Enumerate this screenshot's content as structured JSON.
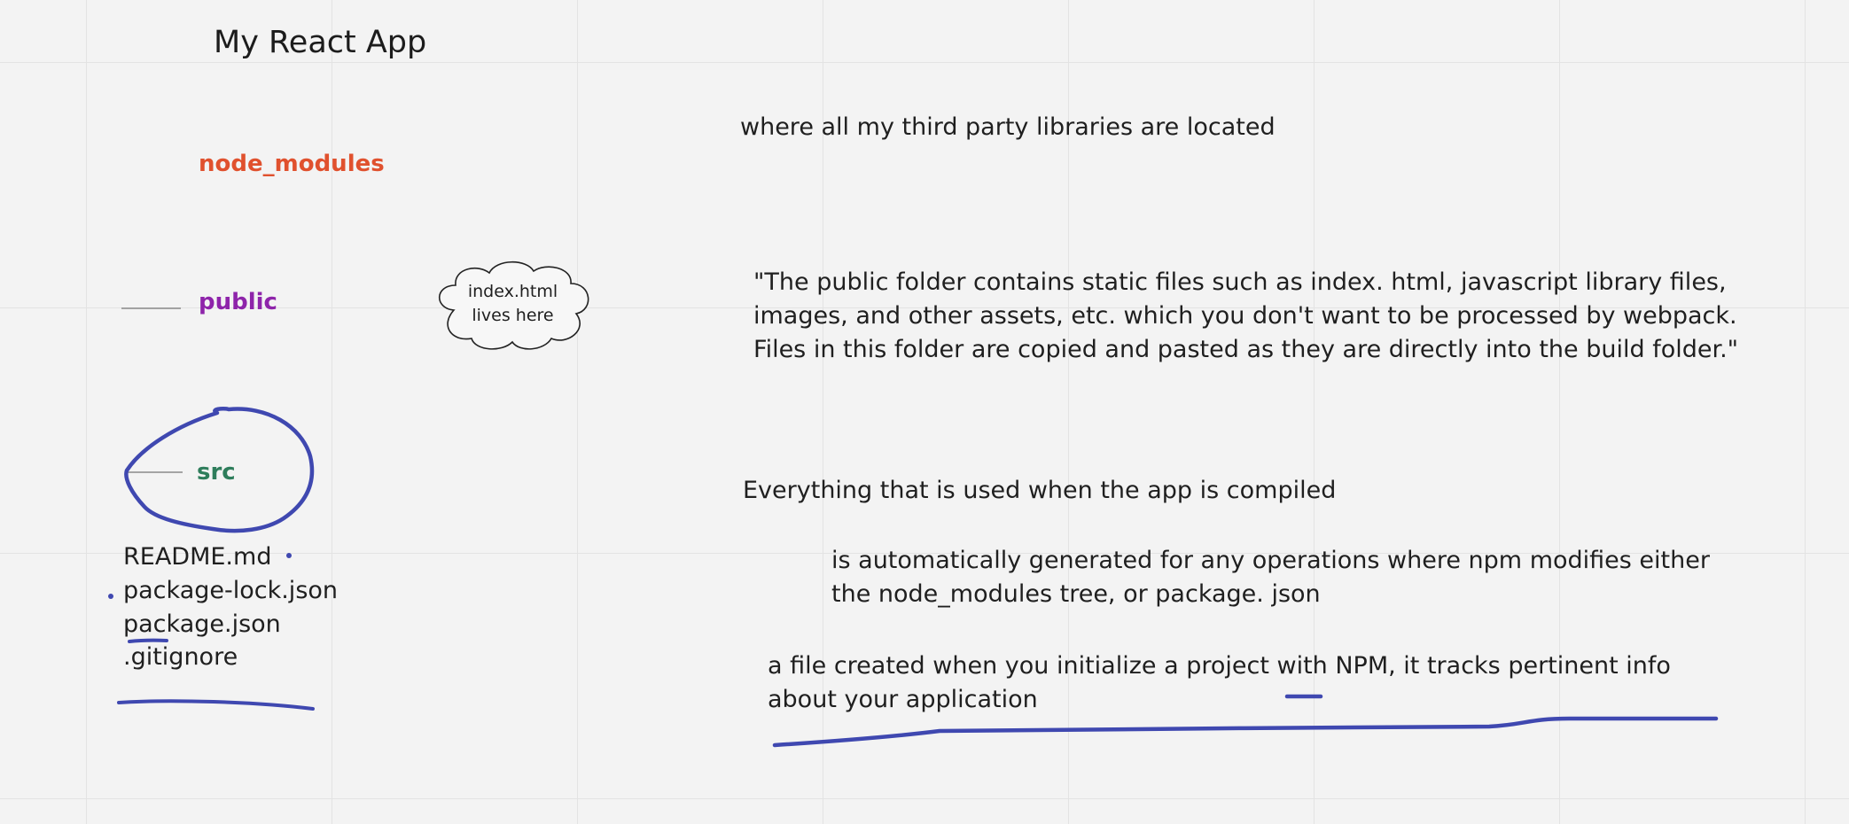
{
  "board": {
    "title": "My React App"
  },
  "folders": {
    "node_modules": "node_modules",
    "public": "public",
    "src": "src"
  },
  "files": [
    "README.md",
    "package-lock.json",
    "package.json",
    ".gitignore"
  ],
  "cloud": {
    "text": "index.html\nlives here"
  },
  "notes": {
    "node_modules": "where all my third party libraries are located",
    "public": "\"The public folder contains static files such as index. html, javascript library files, images, and other assets, etc. which you don't want to be processed by webpack. Files in this folder are copied and pasted as they are directly into the build folder.\"",
    "src": "Everything that is used when the app is compiled",
    "package_lock": "is automatically generated for any operations where npm modifies either the node_modules tree, or package. json",
    "package_json": "a file created when you initialize a project with NPM, it tracks pertinent info about your application"
  },
  "colors": {
    "node_modules": "#e0512e",
    "public": "#8e24aa",
    "src": "#2e7d5b",
    "ink": "#3f48b0"
  }
}
